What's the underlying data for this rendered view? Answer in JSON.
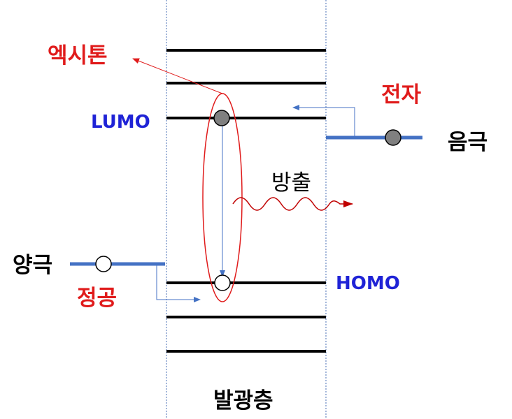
{
  "labels": {
    "exciton": "엑시톤",
    "electron": "전자",
    "lumo": "LUMO",
    "cathode": "음극",
    "emission": "방출",
    "anode": "양극",
    "hole": "정공",
    "homo": "HOMO",
    "emissive_layer": "발광층"
  },
  "colors": {
    "red_label": "#e01b1b",
    "blue_label": "#1f23d6",
    "electrode": "#4472c4",
    "arrow_blue": "#4472c4",
    "levels": "#000000",
    "ellipse": "#e01b1b",
    "electron_fill": "#808080"
  }
}
